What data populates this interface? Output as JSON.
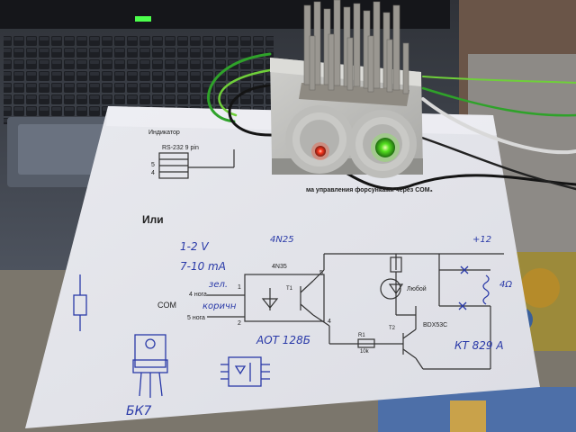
{
  "document": {
    "header_small": "Индикатор",
    "port_label": "RS-232 9 pin",
    "pin_numbers": [
      "5",
      "4"
    ],
    "caption_fragment": "ма управления форсунками через COM₃",
    "or_label": "Или",
    "ic_label": "4N35",
    "com_label": "COM",
    "wire_4": "4 нога",
    "wire_5": "5 нога",
    "pin_1": "1",
    "pin_2": "2",
    "pin_5": "5",
    "pin_4": "4",
    "t1_label": "T1",
    "t2_label": "T2",
    "r1_label": "R1",
    "r1_value": "10k",
    "transistor_label": "BDX53C",
    "led_label": "Любой"
  },
  "handwriting": {
    "voltage": "1-2 V",
    "current": "7-10 mA",
    "optocoupler": "4N25",
    "supply": "+12",
    "coil": "4Ω",
    "green_wire": "зел.",
    "brown_wire": "коричн",
    "optocoupler_ru": "AOT 128Б",
    "darlington_ru": "КТ 829 А",
    "transistor_ru": "БК7"
  }
}
